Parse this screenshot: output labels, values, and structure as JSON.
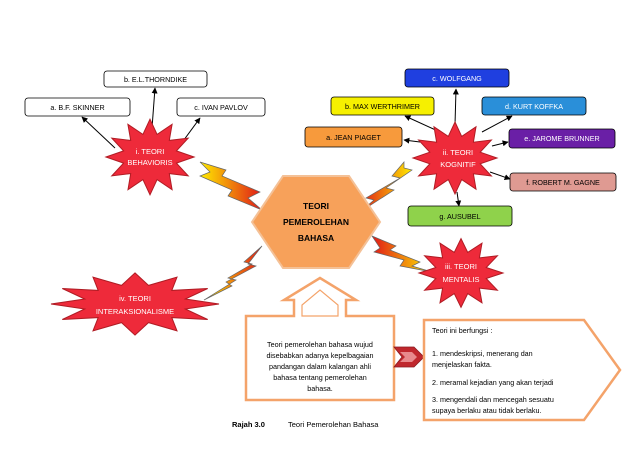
{
  "center": {
    "line1": "TEORI",
    "line2": "PEMEROLEHAN",
    "line3": "BAHASA",
    "color": "#f7a15a"
  },
  "behavioris": {
    "line1": "i. TEORI",
    "line2": "BEHAVIORIS",
    "color": "#ee2a3a",
    "items": [
      {
        "label": "b. E.L.THORNDIKE",
        "color": "#ffffff"
      },
      {
        "label": "a. B.F. SKINNER",
        "color": "#ffffff"
      },
      {
        "label": "c. IVAN PAVLOV",
        "color": "#ffffff"
      }
    ]
  },
  "kognitif": {
    "line1": "ii. TEORI",
    "line2": "KOGNITIF",
    "color": "#ee2a3a",
    "items": [
      {
        "label": "c. WOLFGANG",
        "color": "#1f3fe0"
      },
      {
        "label": "b. MAX WERTHRIMER",
        "color": "#f6f000"
      },
      {
        "label": "d. KURT KOFFKA",
        "color": "#2a8fd9"
      },
      {
        "label": "a. JEAN PIAGET",
        "color": "#f79a3c"
      },
      {
        "label": "e. JAROME BRUNNER",
        "color": "#6a1fa6"
      },
      {
        "label": "f. ROBERT M. GAGNE",
        "color": "#df9a92"
      },
      {
        "label": "g. AUSUBEL",
        "color": "#8fd24b"
      }
    ]
  },
  "mentalis": {
    "line1": "iii. TEORI",
    "line2": "MENTALIS",
    "color": "#ee2a3a"
  },
  "interaksionalisme": {
    "line1": "iv. TEORI",
    "line2": "INTERAKSIONALISME",
    "color": "#ee2a3a"
  },
  "note_left": {
    "lines": [
      "Teori pemerolehan bahasa wujud",
      "disebabkan adanya kepelbagaian",
      "pandangan dalam kalangan ahli",
      "bahasa tentang pemerolehan",
      "bahasa."
    ]
  },
  "note_right": {
    "intro": "Teori ini berfungsi :",
    "points": [
      [
        "1. mendeskripsi, menerang dan",
        "menjelaskan fakta."
      ],
      [
        "2. meramal kejadian yang akan terjadi"
      ],
      [
        "3. mengendali dan mencegah sesuatu",
        "supaya berlaku atau tidak berlaku."
      ]
    ]
  },
  "caption": {
    "label": "Rajah 3.0",
    "title": "Teori Pemerolehan Bahasa"
  },
  "colors": {
    "bolt_light": "#ffec00",
    "bolt_dark": "#e01818",
    "border_orange": "#f4a36a",
    "arrow_red": "#c0272d"
  }
}
